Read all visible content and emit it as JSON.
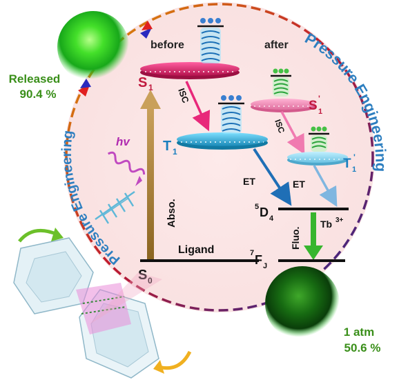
{
  "labels": {
    "before": "before",
    "after": "after",
    "released_line1": "Released",
    "released_line2": "90.4 %",
    "atm_line1": "1 atm",
    "atm_line2": "50.6 %",
    "pressure_engineering": "Pressure Engineering",
    "S1_main": "S",
    "S1_sub": "1",
    "S1p_main": "S",
    "S1p_sub": "1",
    "S1p_prime": "'",
    "T1_main": "T",
    "T1_sub": "1",
    "T1p_main": "T",
    "T1p_sub": "1",
    "T1p_prime": "'",
    "S0_main": "S",
    "S0_sub": "0",
    "isc": "ISC",
    "isc2": "ISC",
    "et": "ET",
    "et2": "ET",
    "abso": "Abso.",
    "ligand": "Ligand",
    "d4_sup": "5",
    "d4_main": "D",
    "d4_sub": "4",
    "fj_sup": "7",
    "fj_main": "F",
    "fj_sub": "J",
    "fluo": "Fluo.",
    "tb_main": "Tb",
    "tb_sup": "3+",
    "hv": "hv"
  },
  "colors": {
    "green_text": "#3a8f1a",
    "pe_blue": "#2e7fc0",
    "s1_disc": "#e8286e",
    "t1_disc": "#2fb6e0",
    "abso_arrow": "#a37a30",
    "fluo_arrow": "#37b52e",
    "glow_green": "#22d022"
  }
}
